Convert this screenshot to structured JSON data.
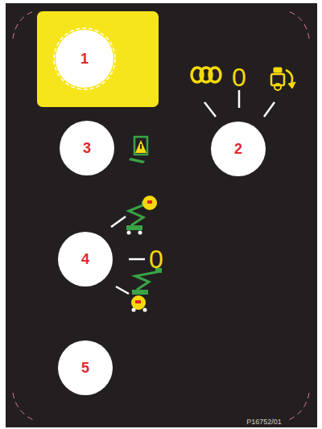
{
  "diagram": {
    "nodes": [
      {
        "text": [
          "1"
        ]
      },
      {
        "text": [
          "3"
        ]
      },
      {
        "text": [
          "2"
        ]
      },
      {
        "text": [
          "4"
        ]
      },
      {
        "text": [
          "5"
        ]
      }
    ],
    "labels": [
      "0",
      "0",
      "P16752/01"
    ]
  }
}
